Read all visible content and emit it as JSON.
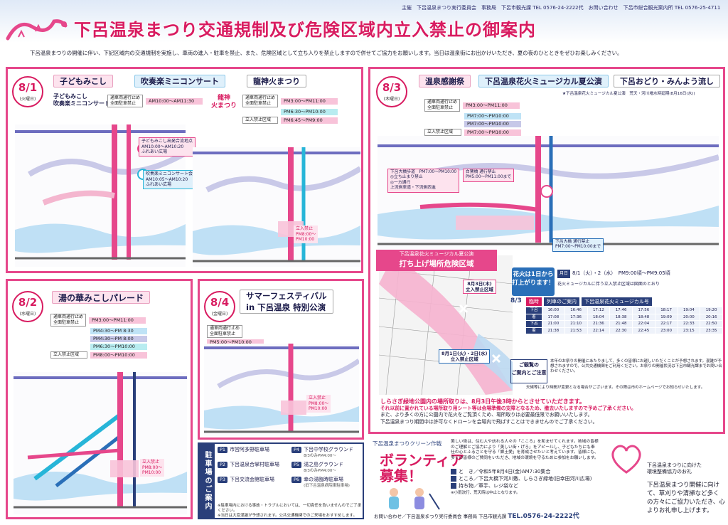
{
  "header": {
    "organizer": "主催　下呂温泉まつり実行委員会　事務局　下呂市観光課 TEL 0576-24-2222代　お問い合わせ　下呂市総合観光案内所 TEL 0576-25-4711",
    "title": "下呂温泉まつり交通規制及び危険区域内立入禁止の御案内",
    "intro": "下呂温泉まつりの開催に伴い、下記区域内の交通規制を実施し、車両の進入・駐車を禁止、また、危険区域として立ち入りを禁止しますので併せてご協力をお願いします。当日は温泉街にお出かけいただき、夏の夜のひとときをぜひお楽しみください。"
  },
  "day1": {
    "date": "8/1",
    "weekday": "(火曜日)",
    "tabs": [
      "子どもみこし",
      "吹奏楽ミニコンサート",
      "龍神火まつり"
    ],
    "left_caption": "子どもみこし\n吹奏楽ミニコンサート",
    "right_caption": "龍神\n火まつり",
    "legend_left": [
      {
        "label": "通車両通行止め\n全面駐車禁止",
        "time": "AM10:00〜AM11:30",
        "color": "pink"
      }
    ],
    "legend_right": [
      {
        "label": "通車両通行止め\n全面駐車禁止",
        "time": "PM3:00〜PM11:00",
        "color": "pink"
      },
      {
        "label": "",
        "time": "PM6:30〜PM10:00",
        "color": "cyan"
      },
      {
        "label": "立入禁止区域",
        "time": "PM6:45〜PM9:00",
        "color": "pink"
      }
    ],
    "callout1": "子どもみこし出発合流地点\nAM10:00〜AM10:20\nふれあい広場",
    "callout2": "吹奏楽ミニコンサート会場\nAM10:05〜AM10:20\nふれあい広場",
    "zone_note": "立入禁止\nPM8:00〜\nPM10:00"
  },
  "day2": {
    "date": "8/2",
    "weekday": "(水曜日)",
    "tab": "湯の華みこしパレード",
    "legend": [
      {
        "label": "通車両通行止め\n全面駐車禁止",
        "time": "PM3:00〜PM11:00",
        "color": "pink"
      },
      {
        "label": "",
        "time": "PM4:30〜PM 8:30",
        "color": "blue"
      },
      {
        "label": "",
        "time": "PM4:30〜PM 8:00",
        "color": "navy"
      },
      {
        "label": "",
        "time": "PM6:30〜PM10:00",
        "color": "cyan"
      },
      {
        "label": "立入禁止区域",
        "time": "PM8:00〜PM10:00",
        "color": "pink"
      }
    ],
    "zone_note": "立入禁止\nPM8:00〜\nPM10:00"
  },
  "day3": {
    "date": "8/3",
    "weekday": "(木曜日)",
    "tabs": [
      "温泉感謝祭",
      "下呂温泉花火ミュージカル夏公演",
      "下呂おどり・みんよう流し"
    ],
    "subnote": "★下呂温泉花火ミュージカル夏公演　荒天・河川増水時延期(8月16日(水))",
    "legend": [
      {
        "label": "通車両通行止め\n全面駐車禁止",
        "time": "PM3:00〜PM11:00",
        "color": "pink"
      },
      {
        "label": "",
        "time": "PM7:00〜PM10:00",
        "color": "blue"
      },
      {
        "label": "",
        "time": "PM7:00〜PM10:00",
        "color": "navy"
      },
      {
        "label": "立入禁止区域",
        "time": "PM7:00〜PM10:00",
        "color": "pink"
      }
    ],
    "callout1": "下呂大橋歩道　PM7:00〜PM10:00\n◎立ち止まり禁止\n◎一方通行\n上流側車道・下流側西進",
    "callout2": "白鷺橋 通行禁止\nPM5:00〜PM11:00まで",
    "callout3": "下呂大橋 通行禁止\nPM7:00〜PM10:00まで"
  },
  "day4": {
    "date": "8/4",
    "weekday": "(金曜日)",
    "tab": "サマーフェスティバル\nin 下呂温泉 特別公演",
    "legend": [
      {
        "label": "通車両通行止め\n全面駐車禁止",
        "time": "PM5:00〜PM10:00",
        "color": "pink"
      }
    ],
    "zone_note": "立入禁止\nPM8:00〜\nPM10:00"
  },
  "danger": {
    "heading_small": "下呂温泉花火ミュージカル夏公演",
    "heading": "打ち上げ場所危険区域",
    "zone1": "8月3日(木)\n立入禁止区域",
    "zone2": "8月1日(火)・2日(水)\n立入禁止区域"
  },
  "fireworks": {
    "badge": "花火は1日から\n打上がります！",
    "tag": "月日",
    "schedule": "8/1（火）・2（水）　PM9:00頃〜PM9:05頃",
    "note": "花火ミュージカルに伴う立入禁止区域は図面のとおり"
  },
  "timetable": {
    "day": "8/3",
    "head1": "臨時",
    "head2": "列車のご案内",
    "head3": "下呂温泉花火ミュージカル号",
    "rows": [
      [
        "下呂",
        "16:00",
        "16:46",
        "17:12",
        "17:46",
        "17:56",
        "18:17",
        "19:04",
        "19:20"
      ],
      [
        "着",
        "17:08",
        "17:36",
        "18:04",
        "18:38",
        "18:48",
        "19:09",
        "20:00",
        "20:16"
      ],
      [
        "下呂",
        "21:00",
        "21:10",
        "21:36",
        "21:48",
        "22:04",
        "22:17",
        "22:33",
        "22:50"
      ],
      [
        "着",
        "21:38",
        "21:53",
        "22:14",
        "22:30",
        "22:45",
        "23:00",
        "23:15",
        "23:35"
      ]
    ]
  },
  "notes": {
    "key": "ご観覧の\nご案内とご注意",
    "text": "本年のお祭りの開催にあたりまして、多くの皆様にお越しいただくことが予想されます。混雑が予想されますので、公共交通機関をご利用ください。お祭りの開催状況は下呂市観光課までお問い合わせください。",
    "extra": "天候等により時間が変更となる場合がございます。その際は市のホームページでお知らせいたします。"
  },
  "warning": {
    "line1": "しらさぎ緑地公園内の場所取りは、8月3日午後3時からとさせていただきます。",
    "line2": "それ以前に置かれている場所取り用シート等は会場準備の支障となるため、撤去いたしますので予めご了承ください。",
    "line3": "また、より多くの方に公園内で花火をご覧頂くため、場所取りは必要最低限でお願いいたします。",
    "line4": "下呂温泉まつり期間中は許可なくドローンを会場内で飛ばすことはできませんのでご了承ください。"
  },
  "parking": {
    "title": "駐車場のご案内",
    "lots": [
      {
        "code": "P1",
        "name": "市営阿多野駐車場",
        "note": ""
      },
      {
        "code": "P4",
        "name": "下呂中学校グラウンド",
        "note": "8/3のみPM4:00〜"
      },
      {
        "code": "P2",
        "name": "下呂温泉合掌村駐車場",
        "note": ""
      },
      {
        "code": "P5",
        "name": "湯之島グラウンド",
        "note": "8/3のみPM4:00〜"
      },
      {
        "code": "P3",
        "name": "下呂交流会館駐車場",
        "note": ""
      },
      {
        "code": "P6",
        "name": "幸の湯臨時駐車場",
        "note": "(旧下呂温泉病院東駐車場)"
      }
    ],
    "notes": "※駐車場内における事故・トラブルにおいては、一切責任を負いませんのでご了承ください。\n※当日は大変混雑が予想されます。公共交通機関でのご来場をおすすめします。"
  },
  "volunteer": {
    "top": "下呂温泉まつりクリーン作戦",
    "big": "ボランティア\n募集！",
    "text": "美しい街は、住む人や訪れる人々の「こころ」を和ませてくれます。地域の皆様のご理解とご協力により「美しい街・げろ」をアピールし、子どもたちにも奉仕の心とふるさとを守る「郷土愛」を育成させたいと考えています。皆様にも、多くの皆様のご賛同をいただき、地域の環境を守るために参加をお願いします。",
    "when": "と　き／令和5年8月4日(金)AM7:30集合",
    "where": "ところ／下呂大橋下河川敷、しらさぎ緑地(旧幸田河川広場)",
    "bring": "持ち物／軍手、レジ袋など",
    "small": "※小雨決行、荒天時は中止となります。",
    "contact_label": "お問い合わせ／下呂温泉まつり実行委員会 事務局 下呂市観光課",
    "contact_tel": "TEL.0576-24-2222代"
  },
  "eco": {
    "small": "下呂温泉まつりに向けた\n環境整備協力のお礼",
    "main": "下呂温泉まつり開催に向けて、草刈りや清掃など多くの方々にご協力いただき、心よりお礼申し上げます。"
  },
  "colors": {
    "pink": "#e6478b",
    "navy": "#2a3f7a",
    "blue": "#2a6fb8",
    "cyan": "#27b5d8"
  }
}
